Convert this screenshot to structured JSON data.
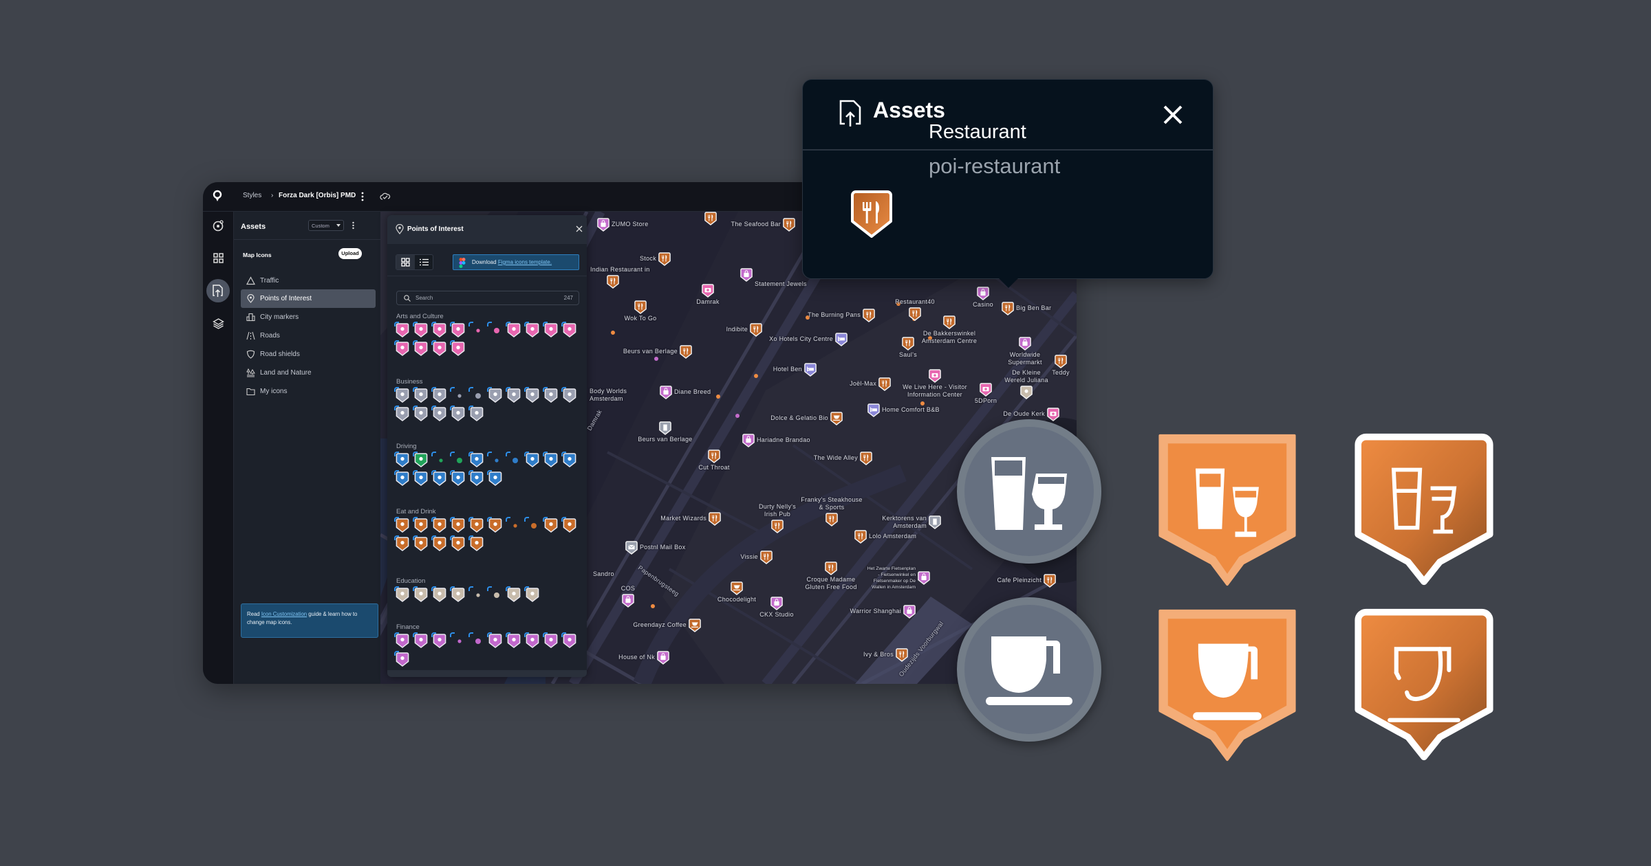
{
  "topbar": {
    "breadcrumb_root": "Styles",
    "breadcrumb_sep": "›",
    "style_name": "Forza Dark [Orbis] PMD"
  },
  "sidebar": {
    "title": "Assets",
    "select_value": "Custom",
    "section": "Map Icons",
    "upload_label": "Upload",
    "items": [
      {
        "label": "Traffic",
        "icon": "triangle-icon"
      },
      {
        "label": "Points of Interest",
        "icon": "pin-icon",
        "active": true
      },
      {
        "label": "City markers",
        "icon": "buildings-icon"
      },
      {
        "label": "Roads",
        "icon": "road-icon"
      },
      {
        "label": "Road shields",
        "icon": "shield-icon"
      },
      {
        "label": "Land and Nature",
        "icon": "tree-icon"
      },
      {
        "label": "My icons",
        "icon": "folder-icon"
      }
    ],
    "info": {
      "prefix": "Read ",
      "link": "Icon Customization",
      "suffix": " guide & learn how to change map icons."
    }
  },
  "poi_panel": {
    "title": "Points of Interest",
    "download_prefix": "Download ",
    "download_link": "Figma icons template.",
    "search_placeholder": "Search",
    "count": "247",
    "categories": [
      {
        "name": "Arts and Culture",
        "color": "#e866b0",
        "icons": [
          "pin",
          "pin",
          "pin",
          "pin",
          "dot",
          "dot-lg",
          "pin",
          "pin",
          "pin",
          "pin",
          "pin",
          "pin",
          "pin",
          "pin"
        ]
      },
      {
        "name": "Business",
        "color": "#9a9fb0",
        "icons": [
          "pin",
          "pin",
          "pin",
          "dot",
          "dot-lg",
          "pin",
          "pin",
          "pin",
          "pin",
          "pin",
          "pin",
          "pin",
          "pin",
          "pin",
          "pin"
        ]
      },
      {
        "name": "Driving",
        "color": "#2f7dc9",
        "icons": [
          "pin",
          "pin-green",
          "dot-green",
          "dot-lg-green",
          "pin",
          "dot",
          "dot-lg",
          "pin",
          "pin",
          "pin",
          "pin",
          "pin",
          "pin",
          "pin",
          "pin",
          "pin"
        ]
      },
      {
        "name": "Eat and Drink",
        "color": "#c96d2a",
        "icons": [
          "pin",
          "pin",
          "pin",
          "pin",
          "pin",
          "pin",
          "dot",
          "dot-lg",
          "pin",
          "pin",
          "pin",
          "pin",
          "pin",
          "pin",
          "pin"
        ]
      },
      {
        "name": "Education",
        "color": "#c8bcac",
        "icons": [
          "pin",
          "pin",
          "pin",
          "pin",
          "dot",
          "dot-lg",
          "pin",
          "pin"
        ]
      },
      {
        "name": "Finance",
        "color": "#c268cc",
        "icons": [
          "pin",
          "pin",
          "pin",
          "dot",
          "dot-lg",
          "pin",
          "pin",
          "pin",
          "pin",
          "pin",
          "pin"
        ]
      }
    ]
  },
  "map": {
    "streets": [
      "Damrak",
      "Papenbrugsteeg",
      "Oudezijds Voorburgwal"
    ],
    "pois": [
      {
        "name": "ZUMO Store",
        "type": "shop"
      },
      {
        "name": "",
        "type": "restaurant"
      },
      {
        "name": "The Seafood Bar",
        "type": "restaurant"
      },
      {
        "name": "Stock",
        "type": "restaurant"
      },
      {
        "name": "Indian Restaurant in",
        "type": "restaurant"
      },
      {
        "name": "Statement Jewels",
        "type": "shop"
      },
      {
        "name": "Damrak",
        "type": "attraction"
      },
      {
        "name": "Wok To Go",
        "type": "restaurant"
      },
      {
        "name": "The Burning Pans",
        "type": "restaurant"
      },
      {
        "name": "Restaurant40",
        "type": "restaurant"
      },
      {
        "name": "Indibite",
        "type": "restaurant"
      },
      {
        "name": "Xo Hotels City Centre",
        "type": "hotel"
      },
      {
        "name": "Beurs van Berlage",
        "type": "restaurant"
      },
      {
        "name": "Saul's",
        "type": "restaurant"
      },
      {
        "name": "Hotel Ben",
        "type": "hotel"
      },
      {
        "name": "Joël-Max",
        "type": "restaurant"
      },
      {
        "name": "Body Worlds\nAmsterdam",
        "type": "none"
      },
      {
        "name": "Diane Breed",
        "type": "shop"
      },
      {
        "name": "Home Comfort B&B",
        "type": "hotel"
      },
      {
        "name": "Dolce & Gelatio Bio",
        "type": "cafe"
      },
      {
        "name": "Beurs van Berlage",
        "type": "building"
      },
      {
        "name": "Hariadne Brandao",
        "type": "shop"
      },
      {
        "name": "The Wide Alley",
        "type": "restaurant"
      },
      {
        "name": "Cut Throat",
        "type": "restaurant"
      },
      {
        "name": "Market Wizards",
        "type": "restaurant"
      },
      {
        "name": "Durty Nelly's\nIrish Pub",
        "type": "restaurant"
      },
      {
        "name": "Franky's Steakhouse\n& Sports",
        "type": "restaurant"
      },
      {
        "name": "Kerktorens van\nAmsterdam",
        "type": "building"
      },
      {
        "name": "Lolo Amsterdam",
        "type": "restaurant"
      },
      {
        "name": "Postnl Mail Box",
        "type": "mail"
      },
      {
        "name": "Vissie",
        "type": "restaurant"
      },
      {
        "name": "Sandro",
        "type": "none"
      },
      {
        "name": "Croque Madame\nGluten Free Food",
        "type": "restaurant"
      },
      {
        "name": "Het Zwarte Fietsenplan\n- Fietsenwinkel en\nFietsenmaker op De\nWallen in Amsterdam",
        "type": "shop"
      },
      {
        "name": "COS",
        "type": "shop"
      },
      {
        "name": "Chocodelight",
        "type": "cafe"
      },
      {
        "name": "CKX Studio",
        "type": "shop"
      },
      {
        "name": "Warrior Shanghai",
        "type": "shop"
      },
      {
        "name": "Greendayz Coffee",
        "type": "cafe"
      },
      {
        "name": "Ivy & Bros",
        "type": "restaurant"
      },
      {
        "name": "House of Nk",
        "type": "shop"
      },
      {
        "name": "Casino",
        "type": "shop"
      },
      {
        "name": "Big Ben Bar",
        "type": "restaurant"
      },
      {
        "name": "De Bakkerswinkel\nAmsterdam Centre",
        "type": "restaurant"
      },
      {
        "name": "Worldwide\nSupermarkt",
        "type": "shop"
      },
      {
        "name": "Teddy",
        "type": "restaurant"
      },
      {
        "name": "We Live Here - Visitor\nInformation Center",
        "type": "attraction"
      },
      {
        "name": "De Kleine\nWereld Juliana",
        "type": "education"
      },
      {
        "name": "5DPorn",
        "type": "attraction"
      },
      {
        "name": "De Oude Kerk",
        "type": "attraction"
      },
      {
        "name": "Cafe Pleinzicht",
        "type": "restaurant"
      }
    ]
  },
  "assets_popup": {
    "title": "Assets",
    "asset_name": "Restaurant",
    "asset_id": "poi-restaurant"
  },
  "colors": {
    "restaurant": "#c2692a",
    "shop": "#c46ccc",
    "hotel": "#8b87d8",
    "attraction": "#e867b0",
    "building": "#9aa0ad",
    "mail": "#9aa0ad",
    "cafe": "#c2692a",
    "education": "#c8bcac",
    "accent": "#2d8ee8",
    "pin_flat": "#ef8c42",
    "pin_flat_border": "#f4ad78"
  },
  "showcase": {
    "icons": [
      "bar-icon",
      "cafe-icon"
    ],
    "styles": [
      "circle-gray",
      "pin-flat-orange",
      "pin-gradient-orange"
    ]
  }
}
